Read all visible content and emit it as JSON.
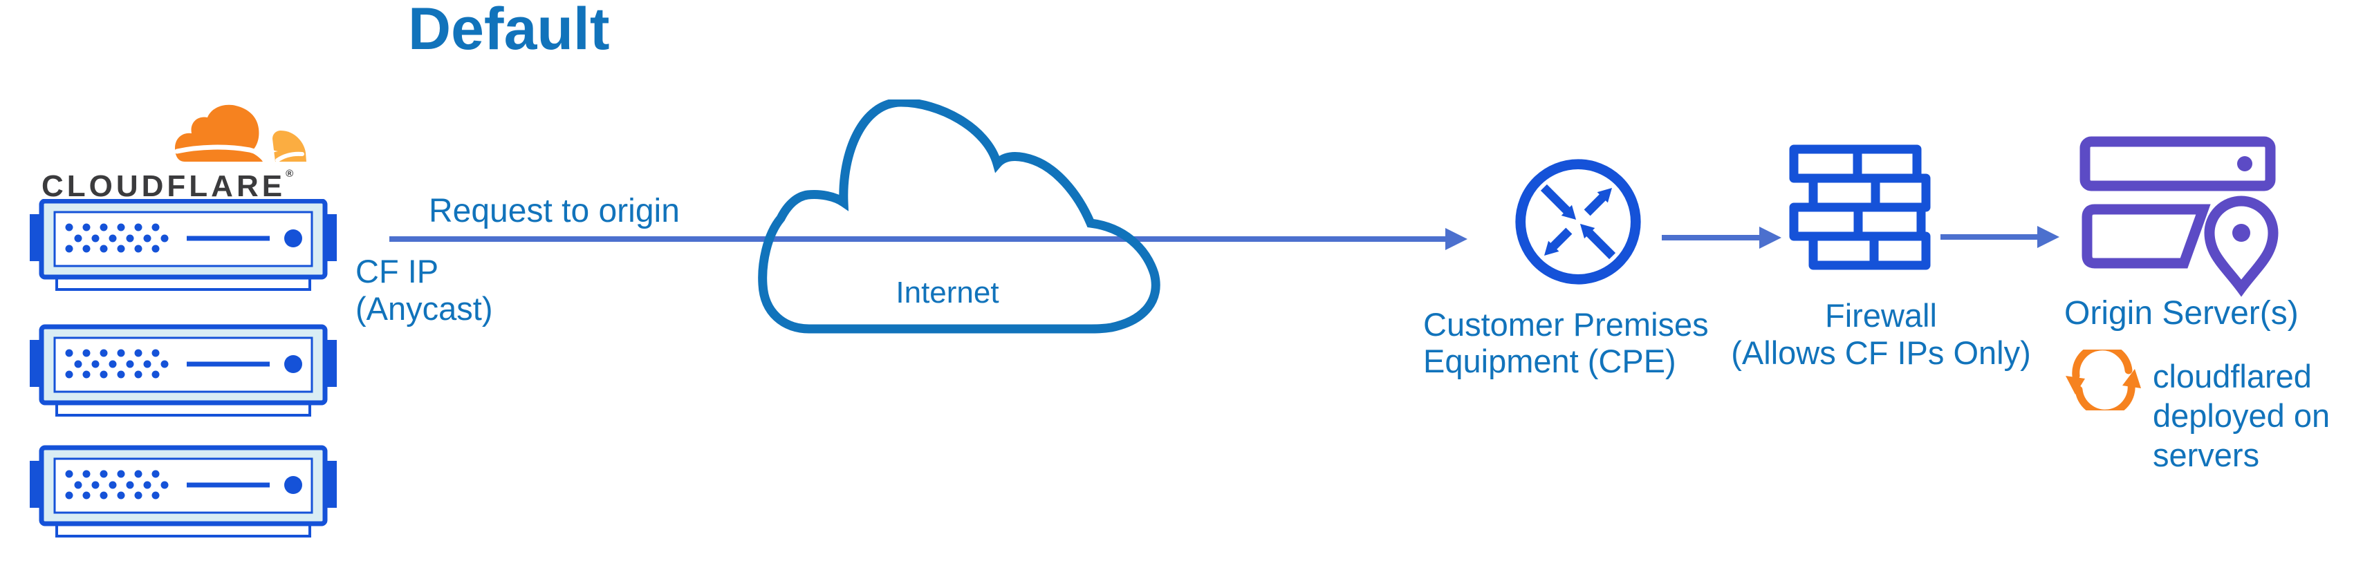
{
  "title": "Default",
  "colors": {
    "text": "#1173BB",
    "arrow": "#4C70CE",
    "royal": "#1552D8",
    "pale": "#D9EDF4",
    "purple": "#5C4BC5",
    "orange": "#F6821F",
    "orange_light": "#FBAD41",
    "dark": "#3B3B3D"
  },
  "logo": {
    "wordmark": "CLOUDFLARE",
    "registered": "®"
  },
  "flow": {
    "request_label": "Request to origin",
    "cf_ip": {
      "line1": "CF IP",
      "line2": "(Anycast)"
    },
    "internet_label": "Internet",
    "cpe": {
      "line1": "Customer Premises",
      "line2": "Equipment (CPE)"
    },
    "firewall": {
      "line1": "Firewall",
      "line2": "(Allows CF IPs Only)"
    },
    "origin_label": "Origin Server(s)",
    "cloudflared": {
      "line1": "cloudflared",
      "line2": "deployed on",
      "line3": "servers"
    }
  },
  "icons": {
    "cloudflare_cloud": "cloudflare-logo-cloud",
    "edge_servers": "server-rack x3",
    "internet": "cloud-outline",
    "cpe": "router-circle-arrows",
    "firewall": "brick-wall",
    "origin": "stacked-servers-with-location-pin",
    "cloudflared": "orange-sync-arrows"
  }
}
